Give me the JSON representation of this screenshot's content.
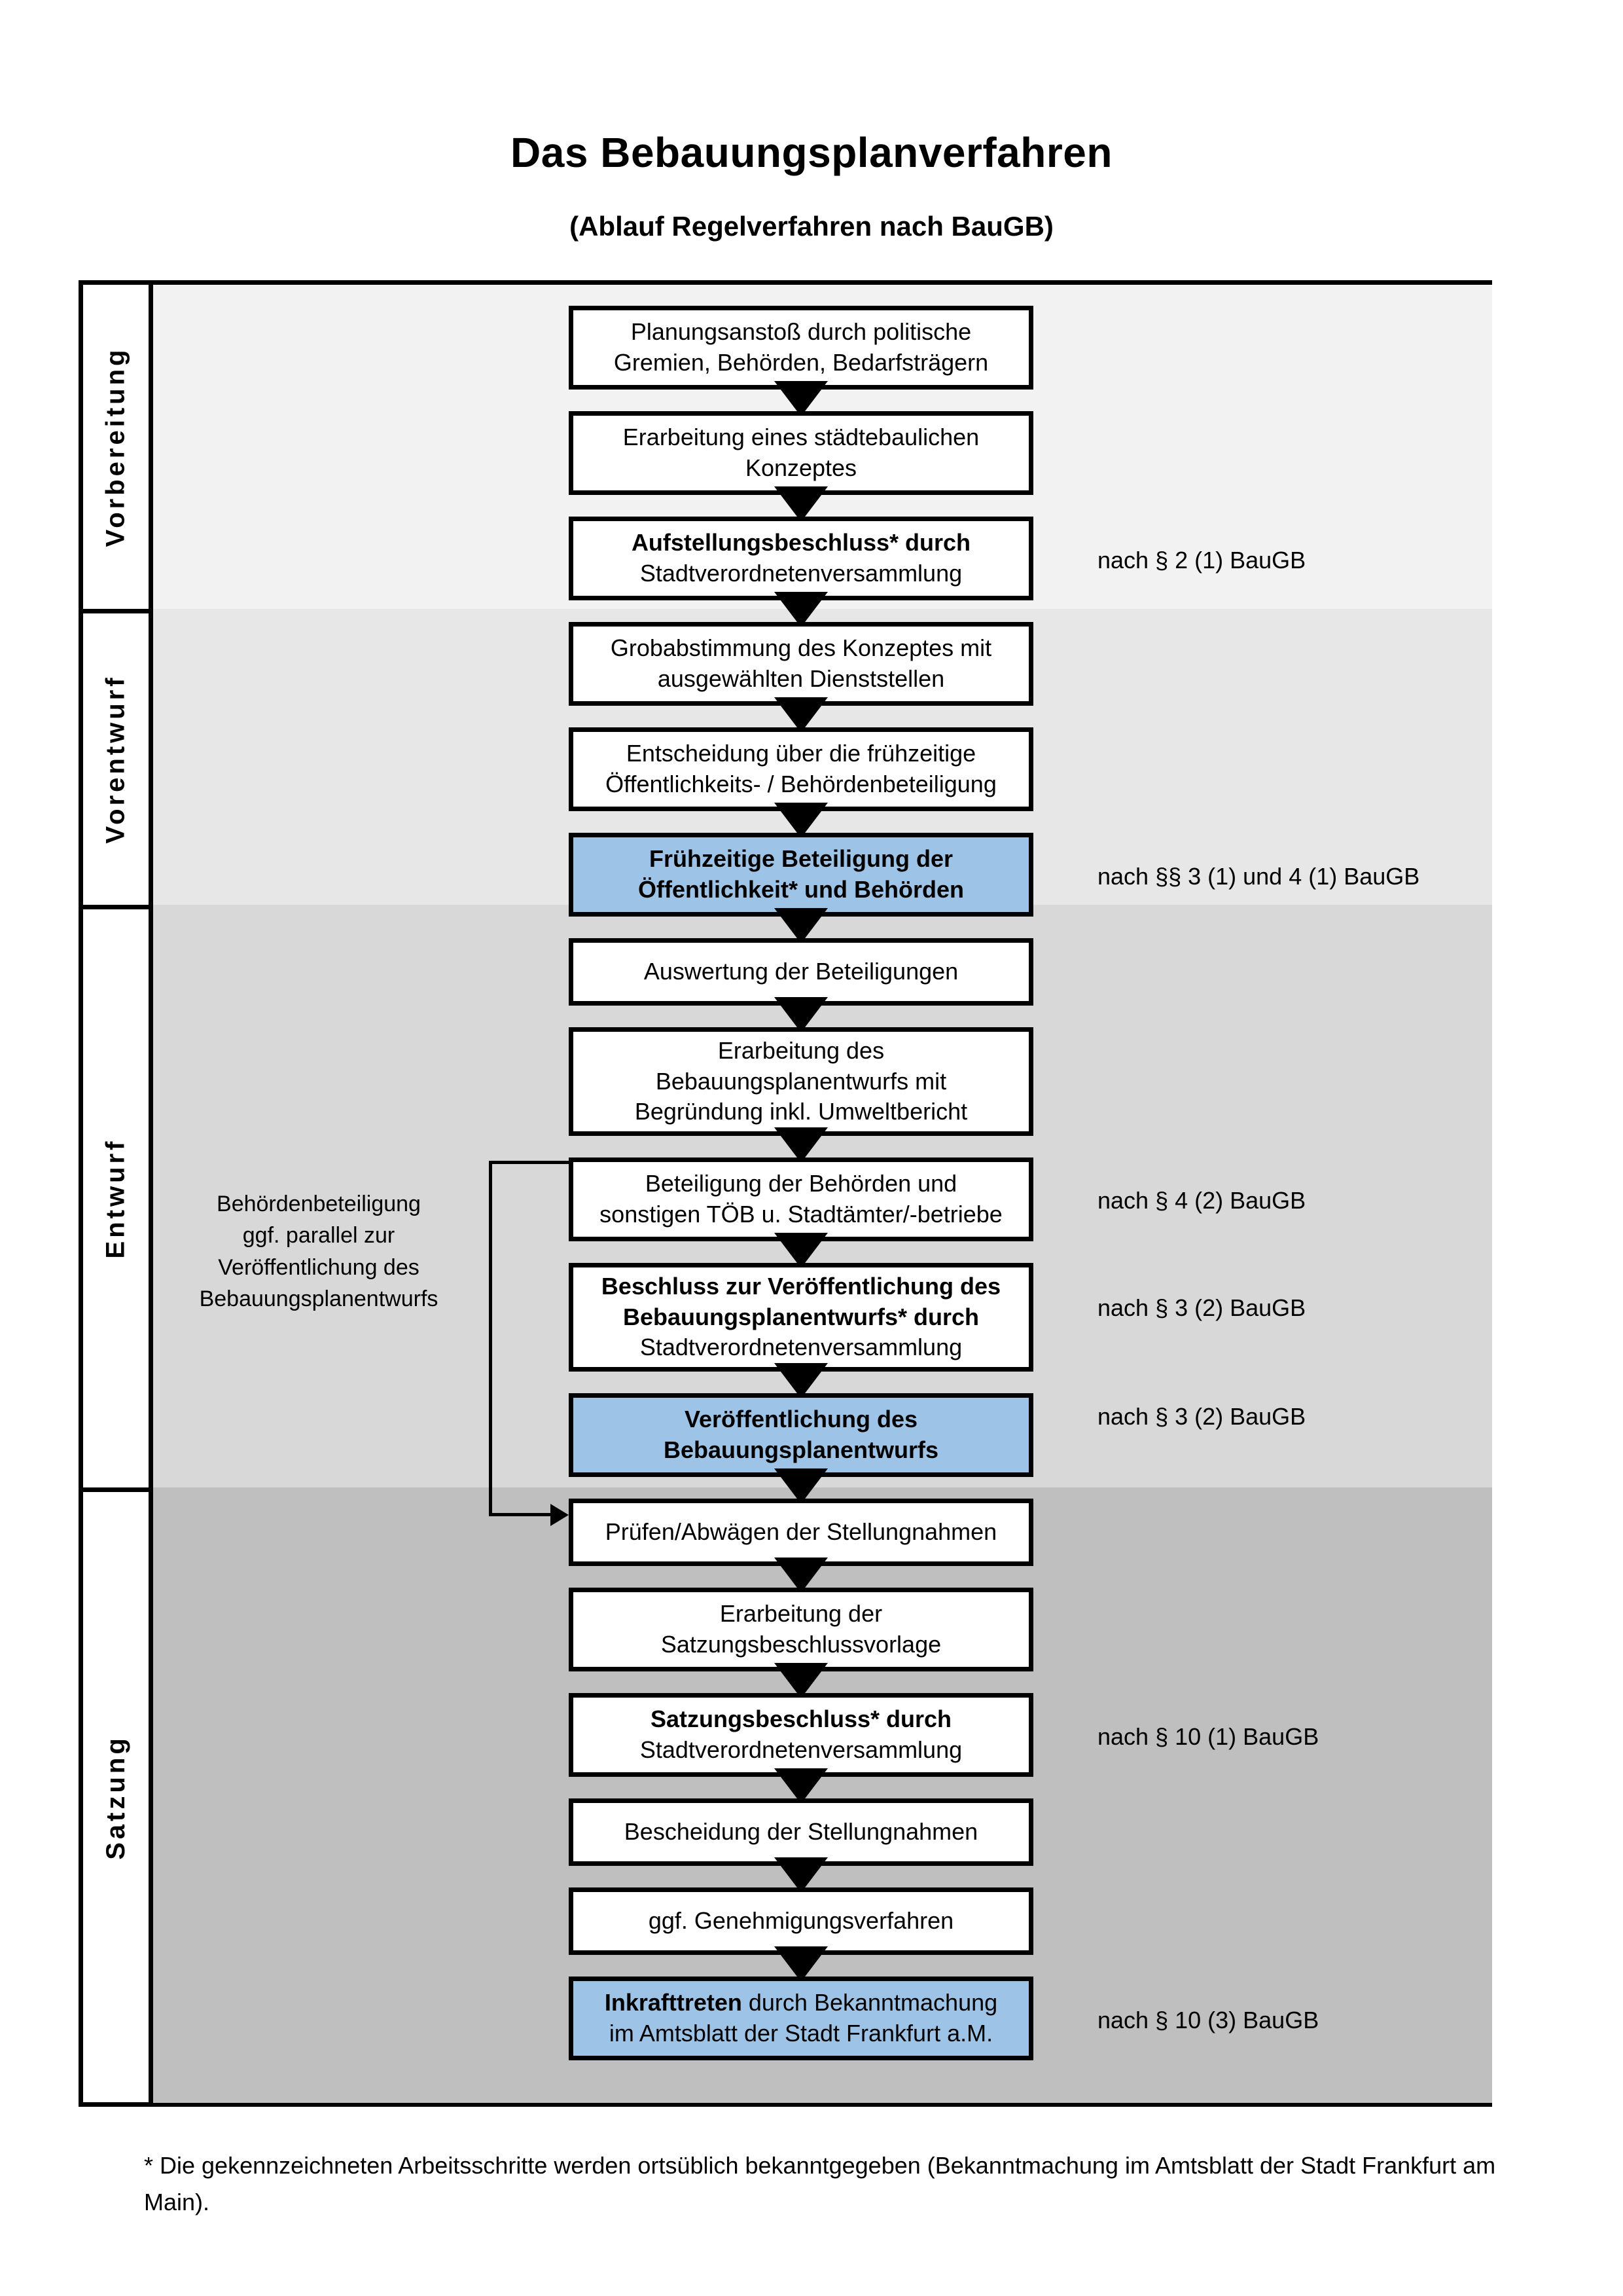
{
  "title": "Das Bebauungsplanverfahren",
  "subtitle": "(Ablauf Regelverfahren nach BauGB)",
  "phases": [
    {
      "label": "Vorbereitung",
      "band_color": "#F2F2F2"
    },
    {
      "label": "Vorentwurf",
      "band_color": "#E7E7E7"
    },
    {
      "label": "Entwurf",
      "band_color": "#D8D8D8"
    },
    {
      "label": "Satzung",
      "band_color": "#BFBFBF"
    }
  ],
  "nodes": [
    {
      "id": "planungsanstoss",
      "lines": [
        {
          "text": "Planungsanstoß durch politische",
          "bold": false
        },
        {
          "text": "Gremien, Behörden, Bedarfsträgern",
          "bold": false
        }
      ],
      "highlight": false
    },
    {
      "id": "konzept",
      "lines": [
        {
          "text": "Erarbeitung eines städtebaulichen",
          "bold": false
        },
        {
          "text": "Konzeptes",
          "bold": false
        }
      ],
      "highlight": false
    },
    {
      "id": "aufstellungsbeschluss",
      "lines": [
        {
          "text": "Aufstellungsbeschluss* durch",
          "bold": true
        },
        {
          "text": "Stadtverordnetenversammlung",
          "bold": false
        }
      ],
      "highlight": false
    },
    {
      "id": "grobabstimmung",
      "lines": [
        {
          "text": "Grobabstimmung des Konzeptes mit",
          "bold": false
        },
        {
          "text": "ausgewählten Dienststellen",
          "bold": false
        }
      ],
      "highlight": false
    },
    {
      "id": "entscheidung-fruehzeitig",
      "lines": [
        {
          "text": "Entscheidung über die frühzeitige",
          "bold": false
        },
        {
          "text": "Öffentlichkeits- / Behördenbeteiligung",
          "bold": false
        }
      ],
      "highlight": false
    },
    {
      "id": "fruehzeitige-beteiligung",
      "lines": [
        {
          "text": "Frühzeitige Beteiligung der",
          "bold": true
        },
        {
          "text": "Öffentlichkeit* und Behörden",
          "bold": true
        }
      ],
      "highlight": true
    },
    {
      "id": "auswertung",
      "lines": [
        {
          "text": "Auswertung der Beteiligungen",
          "bold": false
        }
      ],
      "highlight": false
    },
    {
      "id": "erarbeitung-entwurf",
      "lines": [
        {
          "text": "Erarbeitung des",
          "bold": false
        },
        {
          "text": "Bebauungsplanentwurfs mit",
          "bold": false
        },
        {
          "text": "Begründung inkl. Umweltbericht",
          "bold": false
        }
      ],
      "highlight": false
    },
    {
      "id": "beteiligung-behoerden",
      "lines": [
        {
          "text": "Beteiligung der Behörden und",
          "bold": false
        },
        {
          "text": "sonstigen TÖB u. Stadtämter/-betriebe",
          "bold": false
        }
      ],
      "highlight": false
    },
    {
      "id": "beschluss-veroeffentlichung",
      "lines": [
        {
          "text": "Beschluss zur Veröffentlichung des",
          "bold": true
        },
        {
          "text": "Bebauungsplanentwurfs* durch",
          "bold": true
        },
        {
          "text": "Stadtverordnetenversammlung",
          "bold": false
        }
      ],
      "highlight": false
    },
    {
      "id": "veroeffentlichung",
      "lines": [
        {
          "text": "Veröffentlichung des",
          "bold": true
        },
        {
          "text": "Bebauungsplanentwurfs",
          "bold": true
        }
      ],
      "highlight": true
    },
    {
      "id": "pruefen-abwaegen",
      "lines": [
        {
          "text": "Prüfen/Abwägen der Stellungnahmen",
          "bold": false
        }
      ],
      "highlight": false
    },
    {
      "id": "satzungsbeschlussvorlage",
      "lines": [
        {
          "text": "Erarbeitung der",
          "bold": false
        },
        {
          "text": "Satzungsbeschlussvorlage",
          "bold": false
        }
      ],
      "highlight": false
    },
    {
      "id": "satzungsbeschluss",
      "lines": [
        {
          "text": "Satzungsbeschluss* durch",
          "bold": true
        },
        {
          "text": "Stadtverordnetenversammlung",
          "bold": false
        }
      ],
      "highlight": false
    },
    {
      "id": "bescheidung",
      "lines": [
        {
          "text": "Bescheidung der Stellungnahmen",
          "bold": false
        }
      ],
      "highlight": false
    },
    {
      "id": "genehmigungsverfahren",
      "lines": [
        {
          "text": "ggf. Genehmigungsverfahren",
          "bold": false
        }
      ],
      "highlight": false
    },
    {
      "id": "inkrafttreten",
      "lines": [
        {
          "text": "Inkrafttreten durch Bekanntmachung",
          "bold": true
        },
        {
          "text": "im Amtsblatt der Stadt Frankfurt a.M.",
          "bold": false
        }
      ],
      "highlight": true
    }
  ],
  "refs": [
    {
      "id": "ref-2-1",
      "text": "nach § 2 (1) BauGB"
    },
    {
      "id": "ref-3-1-4-1",
      "text": "nach §§ 3 (1) und 4 (1) BauGB"
    },
    {
      "id": "ref-4-2",
      "text": "nach § 4 (2) BauGB"
    },
    {
      "id": "ref-3-2-a",
      "text": "nach § 3 (2) BauGB"
    },
    {
      "id": "ref-3-2-b",
      "text": "nach § 3 (2) BauGB"
    },
    {
      "id": "ref-10-1",
      "text": "nach § 10 (1) BauGB"
    },
    {
      "id": "ref-10-3",
      "text": "nach § 10 (3) BauGB"
    }
  ],
  "sidenote": {
    "lines": [
      "Behördenbeteiligung",
      "ggf. parallel zur",
      "Veröffentlichung des",
      "Bebauungsplanentwurfs"
    ]
  },
  "footnote": "* Die gekennzeichneten Arbeitsschritte werden ortsüblich bekanntgegeben (Bekanntmachung im Amtsblatt  der Stadt Frankfurt am Main).",
  "colors": {
    "highlight_blue": "#9DC3E6",
    "outline": "#000000",
    "band_1": "#F2F2F2",
    "band_2": "#E7E7E7",
    "band_3": "#D8D8D8",
    "band_4": "#BFBFBF"
  }
}
